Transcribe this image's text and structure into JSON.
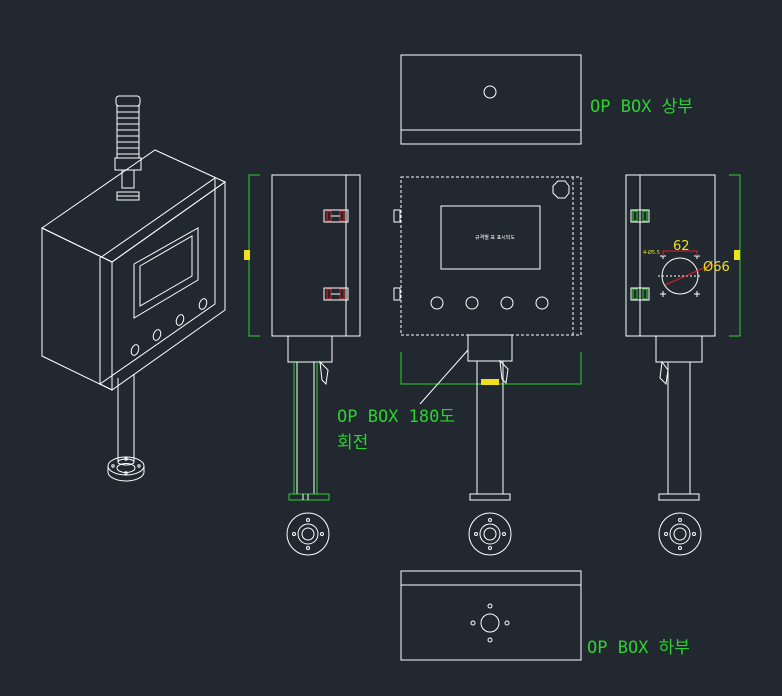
{
  "labels": {
    "top_view": "OP BOX 상부",
    "bottom_view": "OP BOX 하부",
    "rotation_line1": "OP BOX 180도",
    "rotation_line2": "회전"
  },
  "dimensions": {
    "hole_spacing": "62",
    "hole_diameter": "Ø66"
  },
  "colors": {
    "background": "#212830",
    "lines": "#ffffff",
    "annotation": "#2fd12f",
    "dimension_text": "#f0e020",
    "accent": "#e02020"
  }
}
